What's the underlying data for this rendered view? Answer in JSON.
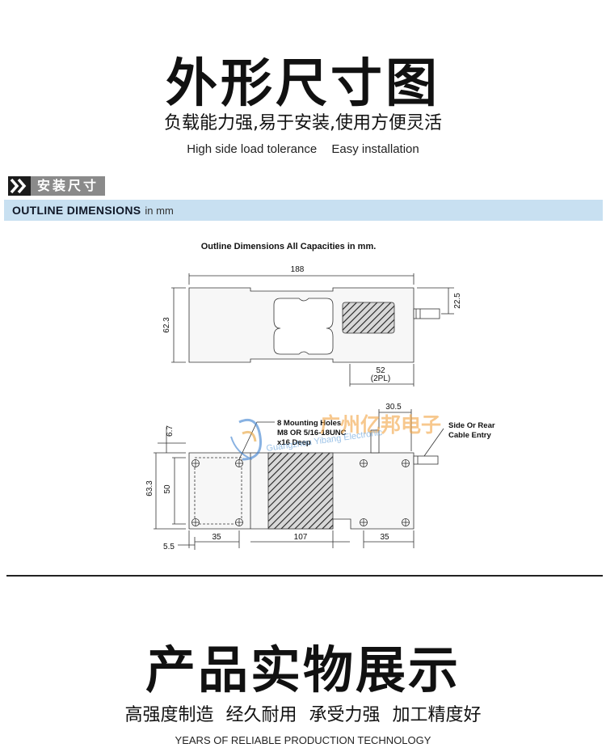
{
  "section1": {
    "title": "外形尺寸图",
    "subtitle": "负载能力强,易于安装,使用方便灵活",
    "subtitle_en": [
      "High side load tolerance",
      "Easy installation"
    ]
  },
  "badge": {
    "label": "安装尺寸"
  },
  "band": {
    "title": "OUTLINE DIMENSIONS",
    "unit": "in mm"
  },
  "drawing": {
    "caption": "Outline Dimensions All Capacities in mm.",
    "dims": {
      "d188": "188",
      "d22_5": "22.5",
      "d62_3": "62.3",
      "d52": "52",
      "d2pl": "(2PL)",
      "d30_5": "30.5",
      "d6_7": "6.7",
      "d63_3": "63.3",
      "d50": "50",
      "d35a": "35",
      "d107": "107",
      "d35b": "35",
      "d5_5": "5.5"
    },
    "notes": {
      "holes": [
        "8 Mounting Holes",
        "M8 OR 5/16-18UNC",
        "x16 Deep"
      ],
      "cable": [
        "Side Or Rear",
        "Cable Entry"
      ]
    },
    "watermark": {
      "cn": "广州亿邦电子",
      "en": "Guangzhou Yibang Electronic"
    }
  },
  "section2": {
    "title": "产品实物展示",
    "subtitle": [
      "高强度制造",
      "经久耐用",
      "承受力强",
      "加工精度好"
    ],
    "subtitle_en": "YEARS OF RELIABLE PRODUCTION TECHNOLOGY"
  }
}
